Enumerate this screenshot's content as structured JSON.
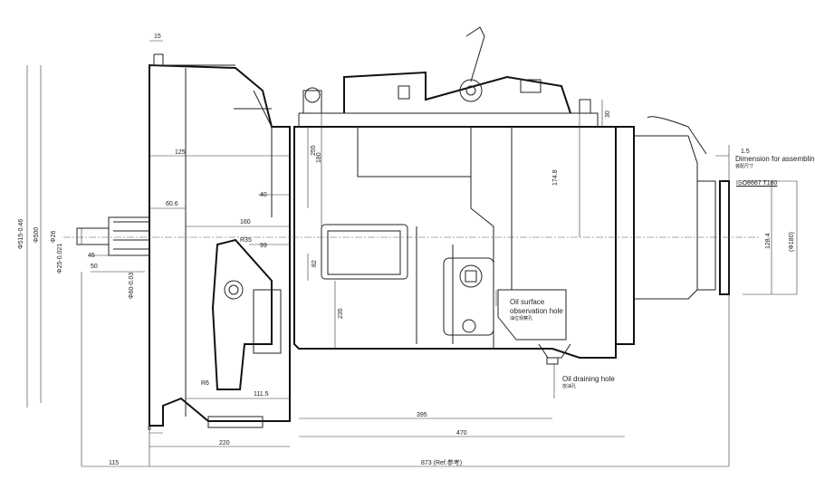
{
  "drawing": {
    "dimensions": {
      "flange_thickness": "15",
      "d_bell_outer": "Φ515-0.46",
      "d_bell": "Φ500",
      "d_shaft": "Φ26",
      "d_shaft_tol": "Φ25-0.021",
      "len_45": "45",
      "len_50": "50",
      "d_pilot": "Φ60-0.03",
      "len_125": "125",
      "len_60_6": "60.6",
      "len_40": "40",
      "len_160": "160",
      "r35": "R35",
      "len_99": "99",
      "h_180": "180",
      "h_255": "255",
      "h_82": "82",
      "h_235": "235",
      "h_174_8": "174.8",
      "h_30": "30",
      "r6": "R6",
      "len_111_5": "111.5",
      "len_8": "8",
      "len_395": "395",
      "len_470": "470",
      "len_220": "220",
      "len_115": "115",
      "overall": "873 (Ref.参考)",
      "assembly_gap": "1.5",
      "d_128": "128.4",
      "d_180": "(Φ180)"
    },
    "notes": {
      "assembly_en": "Dimension for assembling",
      "assembly_cn": "装配尺寸",
      "flange_std": "ISO8667 T180",
      "oil_surface_en_1": "Oil surface",
      "oil_surface_en_2": "observation hole",
      "oil_surface_cn": "油位观察孔",
      "oil_drain_en": "Oil draining hole",
      "oil_drain_cn": "放油孔"
    }
  }
}
